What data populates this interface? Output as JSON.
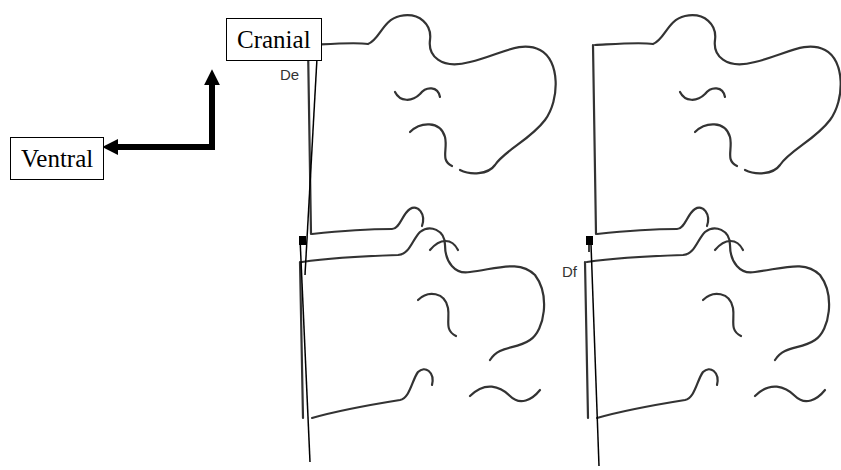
{
  "diagram": {
    "nodes": [
      {
        "text": [
          "Cranial"
        ]
      },
      {
        "text": [
          "Ventral"
        ]
      }
    ],
    "edges": [
      {
        "from": 0,
        "to": 1,
        "arrow": "both"
      }
    ],
    "labels": [
      "De",
      "Df"
    ]
  }
}
